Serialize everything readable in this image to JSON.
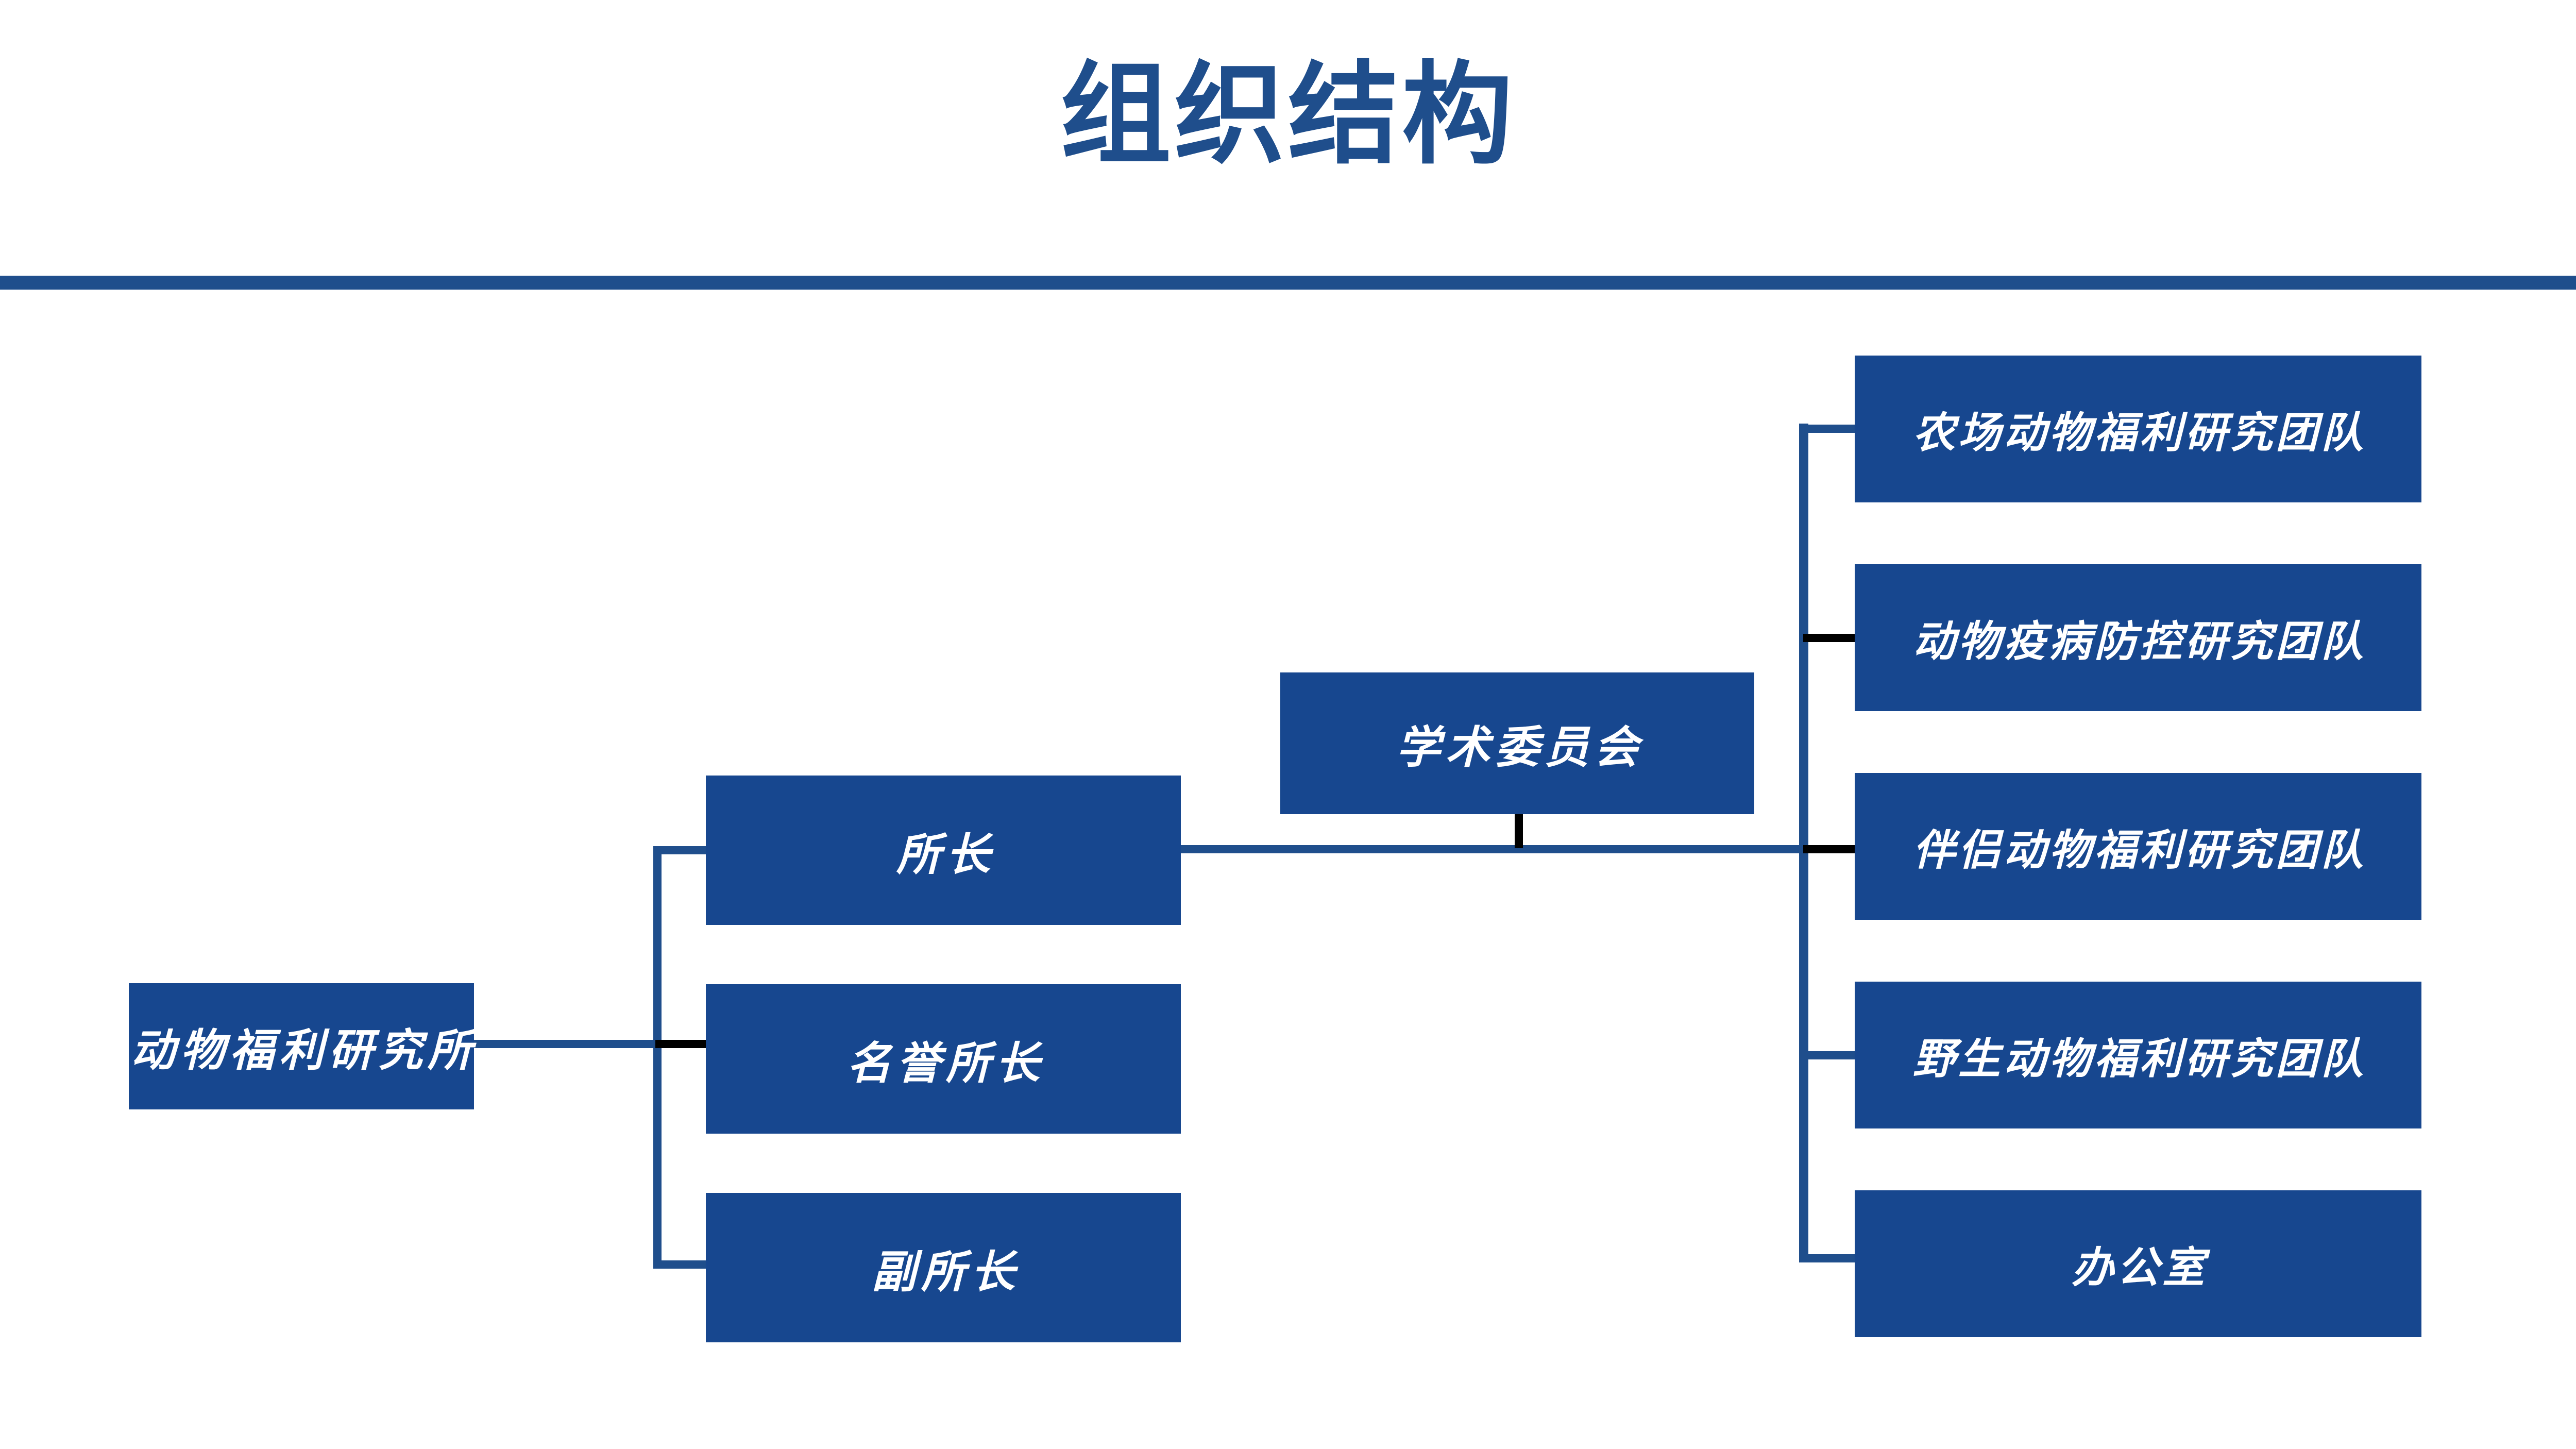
{
  "slide": {
    "title": "组织结构",
    "accent_color": "#1F4E8C",
    "box_color": "#17478F",
    "box_text_color": "#FFFFFF",
    "connector_color": "#1F4E8C",
    "connector_highlight_color": "#000000",
    "background_color": "#FFFFFF"
  },
  "chart_data": {
    "type": "diagram",
    "title": "组织结构",
    "orientation": "left-to-right",
    "root": {
      "label": "动物福利研究所"
    },
    "levels": [
      {
        "name": "leadership",
        "nodes": [
          {
            "label": "所长"
          },
          {
            "label": "名誉所长"
          },
          {
            "label": "副所长"
          }
        ]
      },
      {
        "name": "advisory",
        "nodes": [
          {
            "label": "学术委员会"
          }
        ]
      },
      {
        "name": "teams",
        "nodes": [
          {
            "label": "农场动物福利研究团队"
          },
          {
            "label": "动物疫病防控研究团队"
          },
          {
            "label": "伴侣动物福利研究团队"
          },
          {
            "label": "野生动物福利研究团队"
          },
          {
            "label": "办公室"
          }
        ]
      }
    ],
    "edges": [
      {
        "from": "动物福利研究所",
        "to": "所长"
      },
      {
        "from": "动物福利研究所",
        "to": "名誉所长"
      },
      {
        "from": "动物福利研究所",
        "to": "副所长"
      },
      {
        "from": "学术委员会",
        "to": "所长"
      },
      {
        "from": "所长",
        "to": "农场动物福利研究团队"
      },
      {
        "from": "所长",
        "to": "动物疫病防控研究团队"
      },
      {
        "from": "所长",
        "to": "伴侣动物福利研究团队"
      },
      {
        "from": "所长",
        "to": "野生动物福利研究团队"
      },
      {
        "from": "所长",
        "to": "办公室"
      }
    ]
  },
  "root_node": {
    "label": "动物福利研究所"
  },
  "leadership": {
    "director": "所长",
    "honorary_director": "名誉所长",
    "deputy_director": "副所长"
  },
  "committee": {
    "label": "学术委员会"
  },
  "teams": [
    {
      "label": "农场动物福利研究团队"
    },
    {
      "label": "动物疫病防控研究团队"
    },
    {
      "label": "伴侣动物福利研究团队"
    },
    {
      "label": "野生动物福利研究团队"
    },
    {
      "label": "办公室"
    }
  ]
}
